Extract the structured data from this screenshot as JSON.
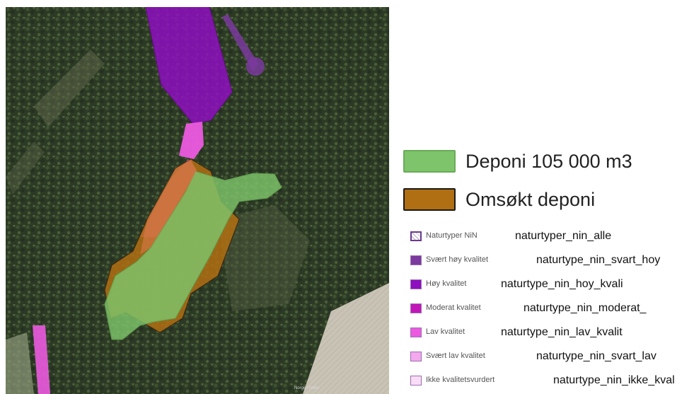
{
  "map": {
    "attribution": "Norge i bilder"
  },
  "legend": {
    "main_items": [
      {
        "label": "Deponi 105 000 m3",
        "fill": "#7ec46a",
        "border": "#6aab58"
      },
      {
        "label": "Omsøkt deponi",
        "fill": "#b06f12",
        "border": "#1a1a1a"
      }
    ],
    "nin_items": [
      {
        "label": "Naturtyper NiN",
        "layer": "naturtyper_nin_alle",
        "color": "#ffffff",
        "icon": "hatched-outline"
      },
      {
        "label": "Svært høy kvalitet",
        "layer": "naturtype_nin_svart_hoy",
        "color": "#7a3a9e"
      },
      {
        "label": "Høy kvalitet",
        "layer": "naturtype_nin_hoy_kvali",
        "color": "#8e0fbf"
      },
      {
        "label": "Moderat kvalitet",
        "layer": "naturtype_nin_moderat_",
        "color": "#c316b8"
      },
      {
        "label": "Lav kvalitet",
        "layer": "naturtype_nin_lav_kvalit",
        "color": "#ec5ae0"
      },
      {
        "label": "Svært lav kvalitet",
        "layer": "naturtype_nin_svart_lav",
        "color": "#f4a8ee"
      },
      {
        "label": "Ikke kvalitetsvurdert",
        "layer": "naturtype_nin_ikke_kval",
        "color": "#f9dcf5"
      }
    ]
  }
}
